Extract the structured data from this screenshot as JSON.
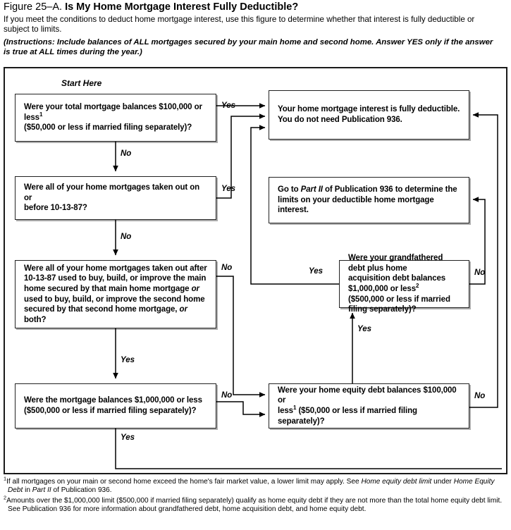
{
  "header": {
    "figure_number": "Figure 25–A.",
    "figure_name": "Is My Home Mortgage Interest Fully Deductible?",
    "subtitle": "If you meet the conditions to deduct home mortgage interest, use this figure to determine whether that interest is fully deductible or subject to limits.",
    "instructions": "(Instructions: Include balances of ALL mortgages secured by your main home and second home. Answer YES only if the answer is true at ALL times during the year.)"
  },
  "flow": {
    "start_label": "Start Here",
    "nodes": {
      "q1_line1": "Were your total mortgage balances $100,000 or less",
      "q1_sup": "1",
      "q1_line2": "($50,000 or less if married filing separately)?",
      "q2_line1": "Were all of your home mortgages taken out on or",
      "q2_line2": "before 10-13-87?",
      "q3_line1": "Were all of your home mortgages taken out after",
      "q3_line2a": "10-13-87 used to buy, build, or improve the main",
      "q3_line3a": "home secured by that main home mortgage ",
      "q3_line3_it": "or",
      "q3_line4": "used to buy, build, or improve the second home",
      "q3_line5a": "secured by that second home mortgage, ",
      "q3_line5_it": "or",
      "q3_line5b": " both?",
      "q4_line1": "Were the mortgage balances $1,000,000 or less",
      "q4_line2": "($500,000 or less if married filing separately)?",
      "q5_line1": "Were your grandfathered debt plus home",
      "q5_line2a": "acquisition debt balances $1,000,000 or less",
      "q5_sup": "2",
      "q5_line3": "($500,000 or less if married filing separately)?",
      "q6_line1": "Were your home equity debt balances $100,000 or",
      "q6_line2a": "less",
      "q6_sup": "1",
      "q6_line2b": " ($50,000 or less if married filing separately)?",
      "r1_line1": "Your home mortgage interest is fully deductible.",
      "r1_line2": "You do not need Publication 936.",
      "r2_line1a": "Go to ",
      "r2_line1_it": "Part II",
      "r2_line1b": " of Publication 936 to determine the",
      "r2_line2": "limits on your deductible home mortgage interest."
    },
    "edges": {
      "q1_yes": "Yes",
      "q1_no": "No",
      "q2_yes": "Yes",
      "q2_no": "No",
      "q3_no": "No",
      "q3_yes": "Yes",
      "q4_no": "No",
      "q4_yes": "Yes",
      "q5_yes": "Yes",
      "q5_no": "No",
      "q6_no": "No"
    }
  },
  "footnotes": {
    "fn1_sup": "1",
    "fn1_a": "If all mortgages on your main or second home exceed the home's fair market value, a lower limit may apply. See ",
    "fn1_it1": "Home equity debt limit",
    "fn1_b": " under ",
    "fn1_it2": "Home Equity Debt",
    "fn1_c": " in ",
    "fn1_it3": "Part II",
    "fn1_d": " of Publication 936.",
    "fn2_sup": "2",
    "fn2_a": "Amounts over the $1,000,000 limit ($500,000 if married filing separately) qualify as home equity debt if they are not more than the total home equity debt limit. See Publication 936 for more information about grandfathered debt, home acquisition debt, and home equity debt."
  },
  "colors": {
    "ink": "#000000",
    "frame": "#1a1a1a",
    "page": "#ffffff"
  }
}
